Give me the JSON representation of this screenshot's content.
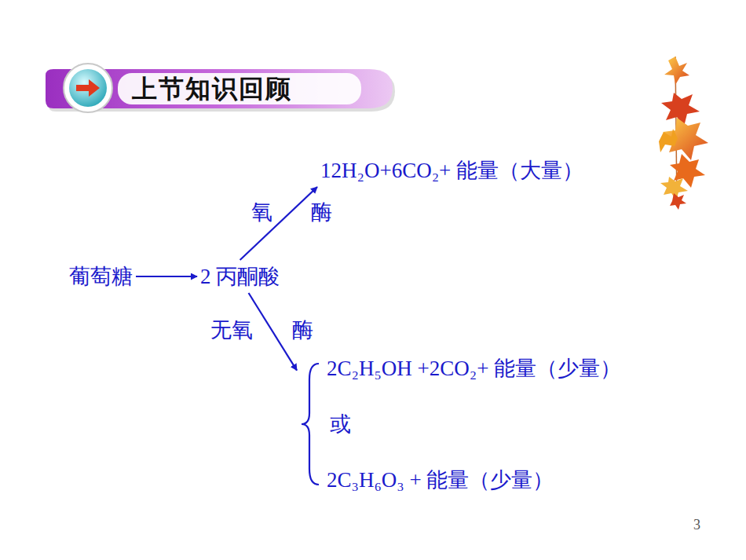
{
  "diagram": {
    "title": "上节知识回顾",
    "nodes": [
      {
        "text": [
          "葡萄糖"
        ]
      },
      {
        "text": [
          "2 丙酮酸"
        ]
      },
      {
        "text": [
          "12H₂O+6CO₂+ 能量（大量）"
        ]
      },
      {
        "text": [
          "2C₂H₅OH +2CO₂+ 能量（少量）",
          "或",
          "2C₃H₆O₃ + 能量（少量）"
        ]
      }
    ],
    "edges": [
      {
        "from": 0,
        "to": 1,
        "arrow": "to"
      },
      {
        "from": 1,
        "to": 2,
        "label": "氧",
        "arrow": "to"
      },
      {
        "from": 1,
        "to": 3,
        "label": "无氧",
        "arrow": "to"
      }
    ],
    "labels": [
      "酶",
      "酶",
      "3"
    ]
  }
}
